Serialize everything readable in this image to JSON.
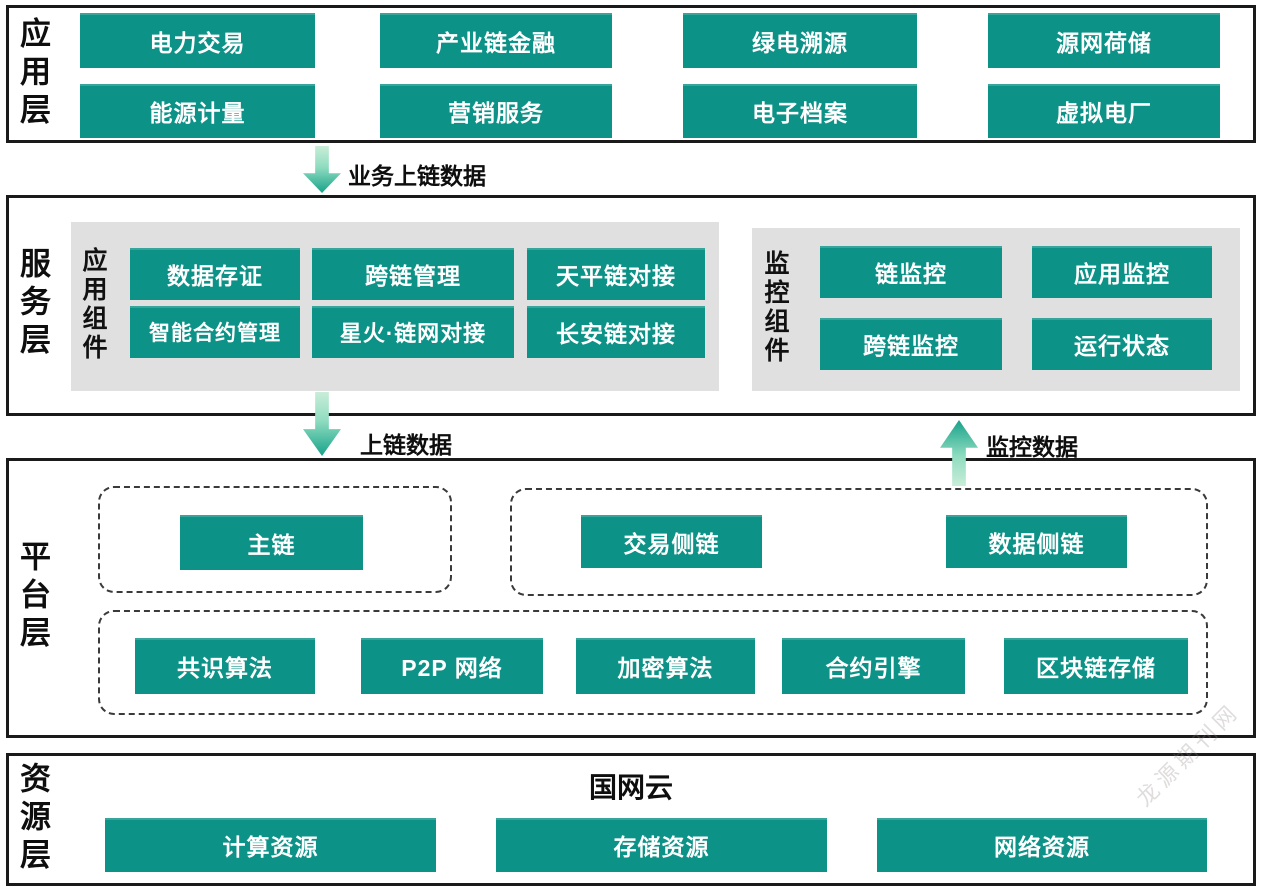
{
  "colors": {
    "box_teal": "#0D9287",
    "group_gray": "#E0E0E0",
    "arrow_light_green": "#C9EDD9",
    "arrow_dark_green": "#18A28A",
    "frame_black": "#1A1A1A"
  },
  "layers": {
    "application": {
      "label": "应用层",
      "boxes": [
        "电力交易",
        "产业链金融",
        "绿电溯源",
        "源网荷储",
        "能源计量",
        "营销服务",
        "电子档案",
        "虚拟电厂"
      ]
    },
    "service": {
      "label": "服务层",
      "app_components": {
        "label": "应用组件",
        "boxes": [
          "数据存证",
          "跨链管理",
          "天平链对接",
          "智能合约管理",
          "星火·链网对接",
          "长安链对接"
        ]
      },
      "monitor_components": {
        "label": "监控组件",
        "boxes": [
          "链监控",
          "应用监控",
          "跨链监控",
          "运行状态"
        ]
      }
    },
    "platform": {
      "label": "平台层",
      "main_chain_group": {
        "boxes": [
          "主链"
        ]
      },
      "side_chain_group": {
        "boxes": [
          "交易侧链",
          "数据侧链"
        ]
      },
      "tech_group": {
        "boxes": [
          "共识算法",
          "P2P 网络",
          "加密算法",
          "合约引擎",
          "区块链存储"
        ]
      }
    },
    "resource": {
      "label": "资源层",
      "title": "国网云",
      "boxes": [
        "计算资源",
        "存储资源",
        "网络资源"
      ]
    }
  },
  "arrows": {
    "business_to_chain": {
      "label": "业务上链数据",
      "direction": "down"
    },
    "to_chain": {
      "label": "上链数据",
      "direction": "down"
    },
    "monitoring": {
      "label": "监控数据",
      "direction": "up"
    }
  },
  "watermark": "龙源期刊网"
}
